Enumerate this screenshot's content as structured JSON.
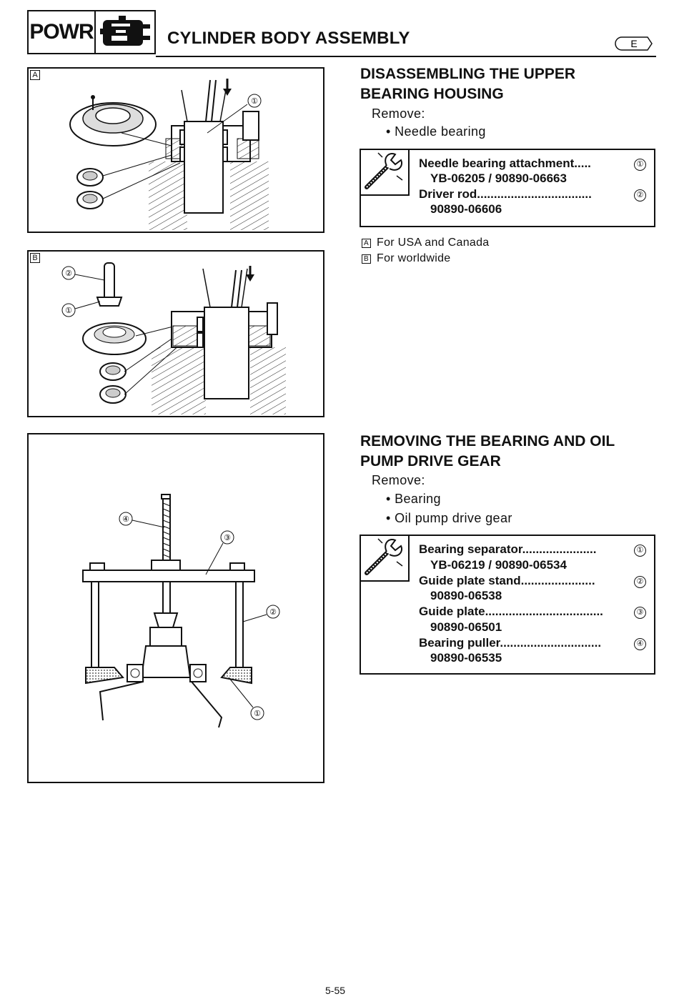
{
  "header": {
    "section_code": "POWR",
    "title": "CYLINDER BODY ASSEMBLY",
    "language": "E"
  },
  "figures": {
    "fig_a": {
      "label": "A",
      "callouts": [
        "①"
      ]
    },
    "fig_b": {
      "label": "B",
      "callouts": [
        "②",
        "①"
      ]
    },
    "fig_c": {
      "callouts": [
        "④",
        "③",
        "②",
        "①"
      ]
    }
  },
  "section1": {
    "heading_line1": "DISASSEMBLING THE UPPER",
    "heading_line2": "BEARING HOUSING",
    "remove_label": "Remove:",
    "items": [
      "• Needle bearing"
    ],
    "tools": [
      {
        "name": "Needle bearing attachment",
        "dots": ".....",
        "ref": "①",
        "part": "YB-06205 / 90890-06663"
      },
      {
        "name": "Driver rod",
        "dots": "..................................",
        "ref": "②",
        "part": "90890-06606"
      }
    ],
    "notes": [
      {
        "tag": "A",
        "text": "For USA and Canada"
      },
      {
        "tag": "B",
        "text": "For worldwide"
      }
    ]
  },
  "section2": {
    "heading_line1": "REMOVING THE BEARING AND OIL",
    "heading_line2": "PUMP DRIVE GEAR",
    "remove_label": "Remove:",
    "items": [
      "• Bearing",
      "• Oil pump drive gear"
    ],
    "tools": [
      {
        "name": "Bearing separator",
        "dots": "......................",
        "ref": "①",
        "part": "YB-06219 / 90890-06534"
      },
      {
        "name": "Guide plate stand",
        "dots": "......................",
        "ref": "②",
        "part": "90890-06538"
      },
      {
        "name": "Guide plate",
        "dots": "...................................",
        "ref": "③",
        "part": "90890-06501"
      },
      {
        "name": "Bearing puller",
        "dots": "..............................",
        "ref": "④",
        "part": "90890-06535"
      }
    ]
  },
  "footer": {
    "page_number": "5-55"
  }
}
